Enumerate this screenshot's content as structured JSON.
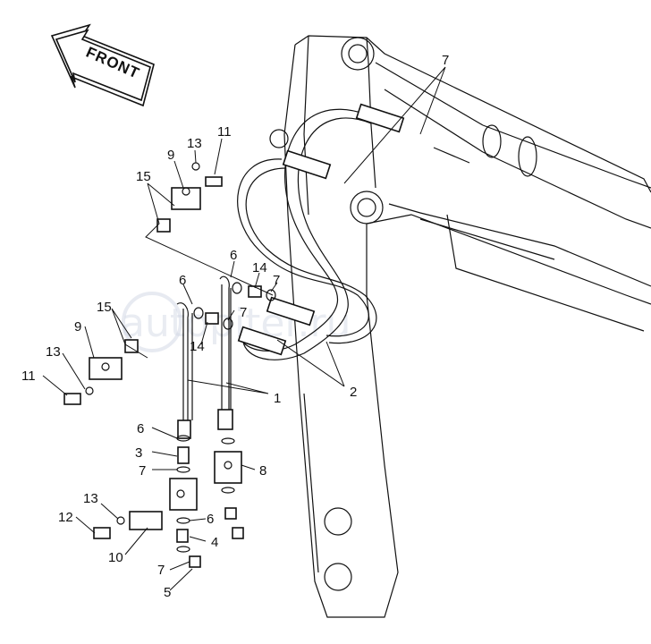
{
  "diagram": {
    "front_label": "FRONT",
    "watermark": "autopiter.ru",
    "labels": {
      "l_7_top": "7",
      "l_13_top": "13",
      "l_11_top": "11",
      "l_9_top": "9",
      "l_15_top": "15",
      "l_6_mid": "6",
      "l_14_mid": "14",
      "l_7_mid": "7",
      "l_6_left": "6",
      "l_7_left": "7",
      "l_15_left": "15",
      "l_9_left": "9",
      "l_14_left": "14",
      "l_13_left": "13",
      "l_11_left": "11",
      "l_1": "1",
      "l_2": "2",
      "l_6_low": "6",
      "l_3": "3",
      "l_7_low": "7",
      "l_8": "8",
      "l_13_bot": "13",
      "l_12": "12",
      "l_6_bot": "6",
      "l_4": "4",
      "l_10": "10",
      "l_7_bot": "7",
      "l_5": "5"
    }
  }
}
